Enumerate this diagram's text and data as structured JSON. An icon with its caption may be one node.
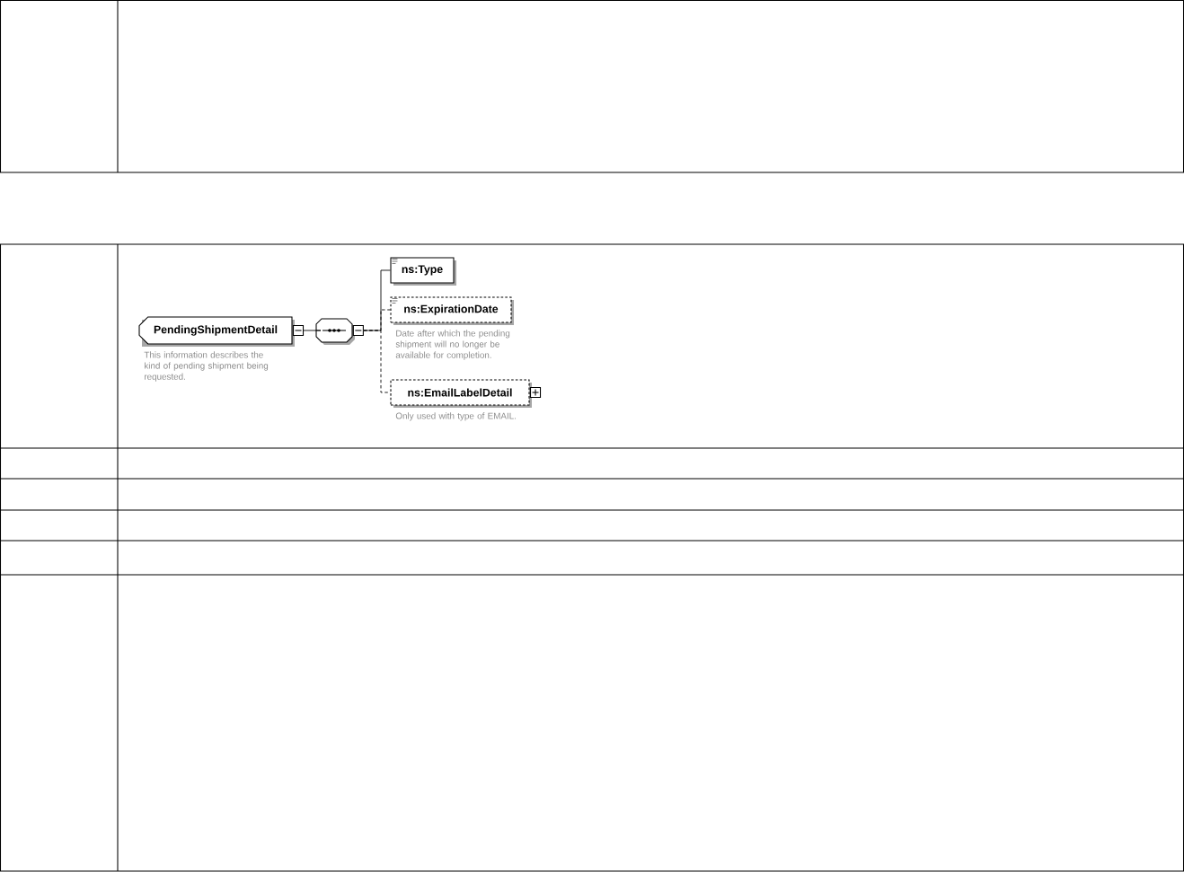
{
  "diagram": {
    "nodes": [
      {
        "text": [
          "PendingShipmentDetail"
        ],
        "beside": [
          "This information describes the kind of pending shipment being requested."
        ]
      },
      {
        "text": [],
        "shape": "octagon"
      },
      {
        "text": [
          "ns:Type"
        ]
      },
      {
        "text": [
          "ns:ExpirationDate"
        ],
        "beside": [
          "Date after which the pending shipment will no longer be available for completion."
        ]
      },
      {
        "text": [
          "ns:EmailLabelDetail"
        ],
        "beside": [
          "Only used with type of EMAIL."
        ]
      }
    ],
    "edges": [
      {
        "from": 0,
        "to": 1,
        "arrow": "none"
      },
      {
        "from": 1,
        "to": 2,
        "arrow": "none"
      },
      {
        "from": 1,
        "to": 3,
        "arrow": "none",
        "style": "dashed"
      },
      {
        "from": 1,
        "to": 4,
        "arrow": "none",
        "style": "dashed"
      }
    ]
  }
}
